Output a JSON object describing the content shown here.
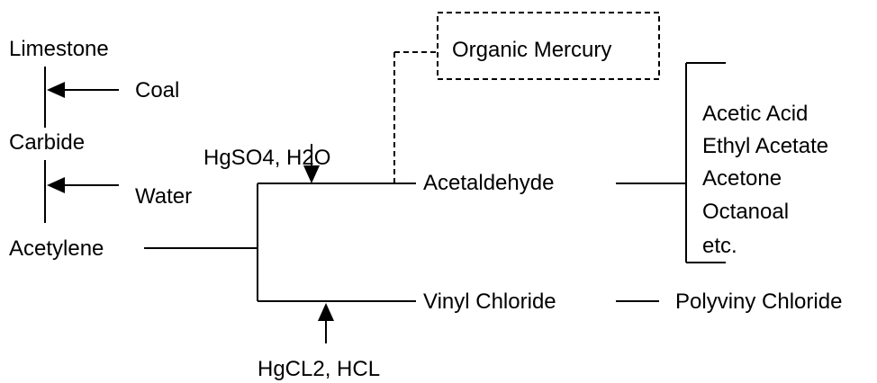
{
  "nodes": {
    "limestone": "Limestone",
    "coal": "Coal",
    "carbide": "Carbide",
    "water": "Water",
    "acetylene": "Acetylene",
    "hgso4_h2o": "HgSO4, H2O",
    "organic_mercury": "Organic Mercury",
    "acetaldehyde": "Acetaldehyde",
    "vinyl_chloride": "Vinyl Chloride",
    "polyvinyl_chloride": "Polyviny Chloride",
    "hgcl2_hcl": "HgCL2, HCL"
  },
  "products": [
    "Acetic Acid",
    "Ethyl Acetate",
    "Acetone",
    "Octanoal",
    "etc."
  ]
}
